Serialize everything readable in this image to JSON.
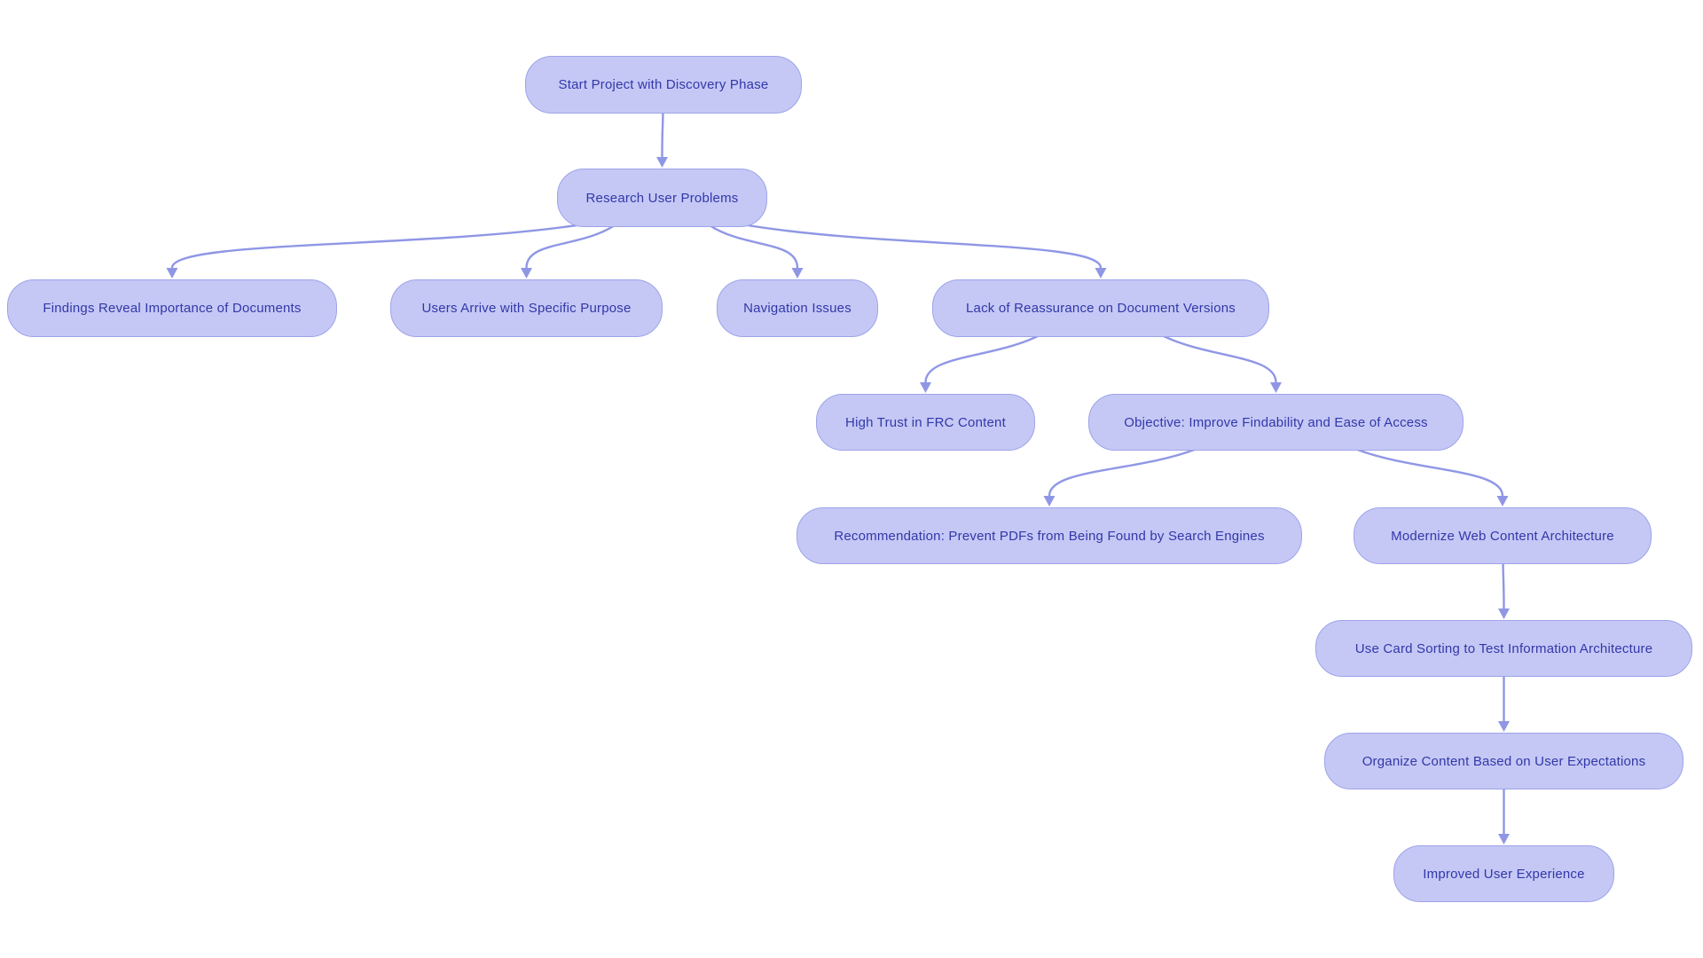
{
  "diagram": {
    "type": "flowchart",
    "background_color": "#ffffff",
    "colors": {
      "node_fill": "#c5c8f5",
      "node_border": "#9da4e8",
      "node_text": "#3238a8",
      "edge_color": "#8f97e5"
    },
    "nodes": [
      {
        "id": "start",
        "label": "Start Project with Discovery Phase"
      },
      {
        "id": "research",
        "label": "Research User Problems"
      },
      {
        "id": "findings",
        "label": "Findings Reveal Importance of Documents"
      },
      {
        "id": "users-arrive",
        "label": "Users Arrive with Specific Purpose"
      },
      {
        "id": "navigation",
        "label": "Navigation Issues"
      },
      {
        "id": "lack-reassurance",
        "label": "Lack of Reassurance on Document Versions"
      },
      {
        "id": "high-trust",
        "label": "High Trust in FRC Content"
      },
      {
        "id": "objective",
        "label": "Objective: Improve Findability and Ease of Access"
      },
      {
        "id": "recommendation",
        "label": "Recommendation: Prevent PDFs from Being Found by Search Engines"
      },
      {
        "id": "modernize",
        "label": "Modernize Web Content Architecture"
      },
      {
        "id": "card-sorting",
        "label": "Use Card Sorting to Test Information Architecture"
      },
      {
        "id": "organize",
        "label": "Organize Content Based on User Expectations"
      },
      {
        "id": "improved-ux",
        "label": "Improved User Experience"
      }
    ],
    "edges": [
      {
        "from": "start",
        "to": "research"
      },
      {
        "from": "research",
        "to": "findings"
      },
      {
        "from": "research",
        "to": "users-arrive"
      },
      {
        "from": "research",
        "to": "navigation"
      },
      {
        "from": "research",
        "to": "lack-reassurance"
      },
      {
        "from": "lack-reassurance",
        "to": "high-trust"
      },
      {
        "from": "lack-reassurance",
        "to": "objective"
      },
      {
        "from": "objective",
        "to": "recommendation"
      },
      {
        "from": "objective",
        "to": "modernize"
      },
      {
        "from": "modernize",
        "to": "card-sorting"
      },
      {
        "from": "card-sorting",
        "to": "organize"
      },
      {
        "from": "organize",
        "to": "improved-ux"
      }
    ]
  }
}
